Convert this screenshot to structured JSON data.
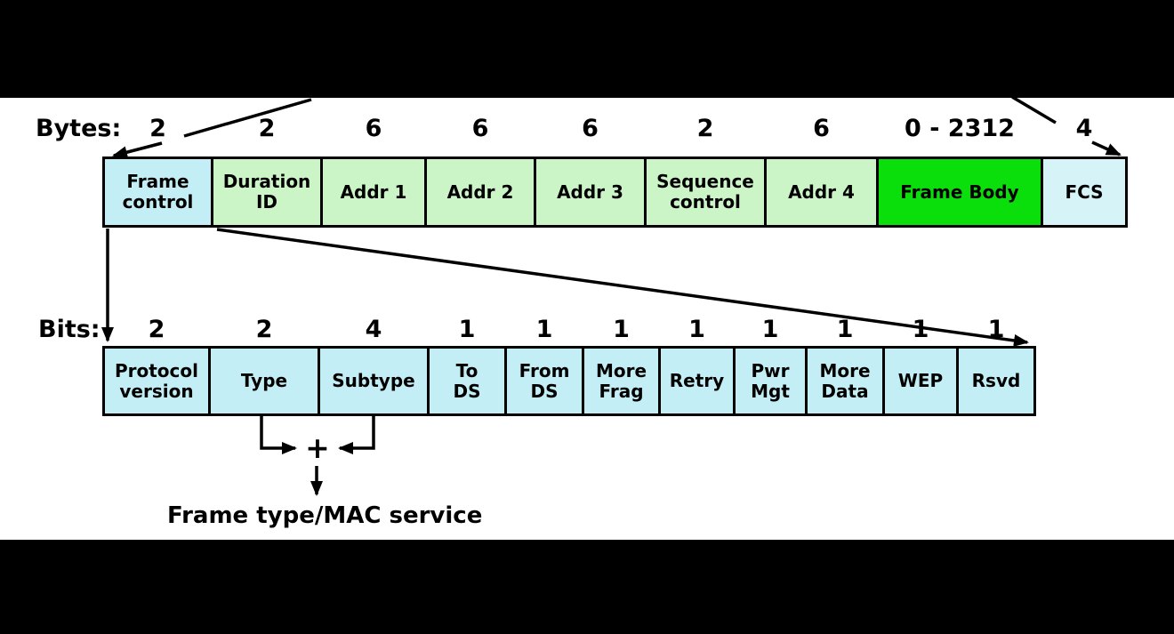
{
  "diagram": {
    "byte_row": {
      "unit_label": "Bytes:",
      "fields": [
        {
          "name": "Frame\ncontrol",
          "size": "2",
          "width": 125,
          "fill": "#c3eef5"
        },
        {
          "name": "Duration\nID",
          "size": "2",
          "width": 126,
          "fill": "#ccf5c7"
        },
        {
          "name": "Addr 1",
          "size": "6",
          "width": 120,
          "fill": "#ccf5c7"
        },
        {
          "name": "Addr 2",
          "size": "6",
          "width": 126,
          "fill": "#ccf5c7"
        },
        {
          "name": "Addr 3",
          "size": "6",
          "width": 127,
          "fill": "#ccf5c7"
        },
        {
          "name": "Sequence\ncontrol",
          "size": "2",
          "width": 138,
          "fill": "#ccf5c7"
        },
        {
          "name": "Addr 4",
          "size": "6",
          "width": 129,
          "fill": "#ccf5c7"
        },
        {
          "name": "Frame Body",
          "size": "0 - 2312",
          "width": 188,
          "fill": "#0bdf0b"
        },
        {
          "name": "FCS",
          "size": "4",
          "width": 98,
          "fill": "#d6f3f8"
        }
      ]
    },
    "bit_row": {
      "unit_label": "Bits:",
      "fields": [
        {
          "name": "Protocol\nversion",
          "size": "2",
          "width": 122,
          "fill": "#c3eef5"
        },
        {
          "name": "Type",
          "size": "2",
          "width": 126,
          "fill": "#c3eef5"
        },
        {
          "name": "Subtype",
          "size": "4",
          "width": 126,
          "fill": "#c3eef5"
        },
        {
          "name": "To\nDS",
          "size": "1",
          "width": 90,
          "fill": "#c3eef5"
        },
        {
          "name": "From\nDS",
          "size": "1",
          "width": 90,
          "fill": "#c3eef5"
        },
        {
          "name": "More\nFrag",
          "size": "1",
          "width": 89,
          "fill": "#c3eef5"
        },
        {
          "name": "Retry",
          "size": "1",
          "width": 87,
          "fill": "#c3eef5"
        },
        {
          "name": "Pwr\nMgt",
          "size": "1",
          "width": 84,
          "fill": "#c3eef5"
        },
        {
          "name": "More\nData",
          "size": "1",
          "width": 90,
          "fill": "#c3eef5"
        },
        {
          "name": "WEP",
          "size": "1",
          "width": 86,
          "fill": "#c3eef5"
        },
        {
          "name": "Rsvd",
          "size": "1",
          "width": 90,
          "fill": "#c3eef5"
        }
      ]
    },
    "combiner": {
      "plus_sign": "+",
      "caption": "Frame type/MAC service"
    },
    "colors": {
      "line": "#000000",
      "background": "#ffffff",
      "letterbox": "#000000",
      "cyan_cell": "#c3eef5",
      "green_cell": "#ccf5c7",
      "frame_body_green": "#0bdf0b"
    }
  }
}
